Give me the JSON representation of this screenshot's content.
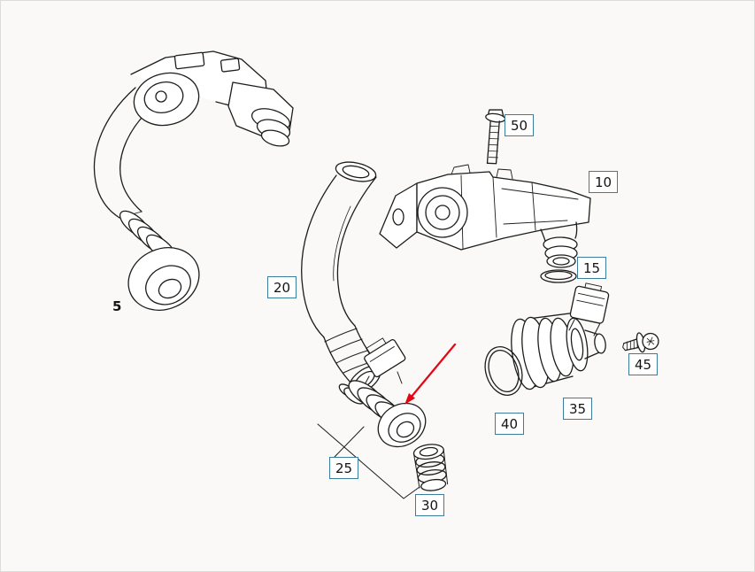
{
  "diagram": {
    "colors": {
      "background": "#faf9f7",
      "line": "#1d1d1b",
      "callout_border": "#3a7d9c",
      "arrow": "#e30613"
    },
    "callouts": [
      {
        "label": "5",
        "boxed": false
      },
      {
        "label": "10",
        "boxed": true
      },
      {
        "label": "15",
        "boxed": true
      },
      {
        "label": "20",
        "boxed": true
      },
      {
        "label": "25",
        "boxed": true
      },
      {
        "label": "30",
        "boxed": true
      },
      {
        "label": "35",
        "boxed": true
      },
      {
        "label": "40",
        "boxed": true
      },
      {
        "label": "45",
        "boxed": true
      },
      {
        "label": "50",
        "boxed": true
      }
    ]
  }
}
